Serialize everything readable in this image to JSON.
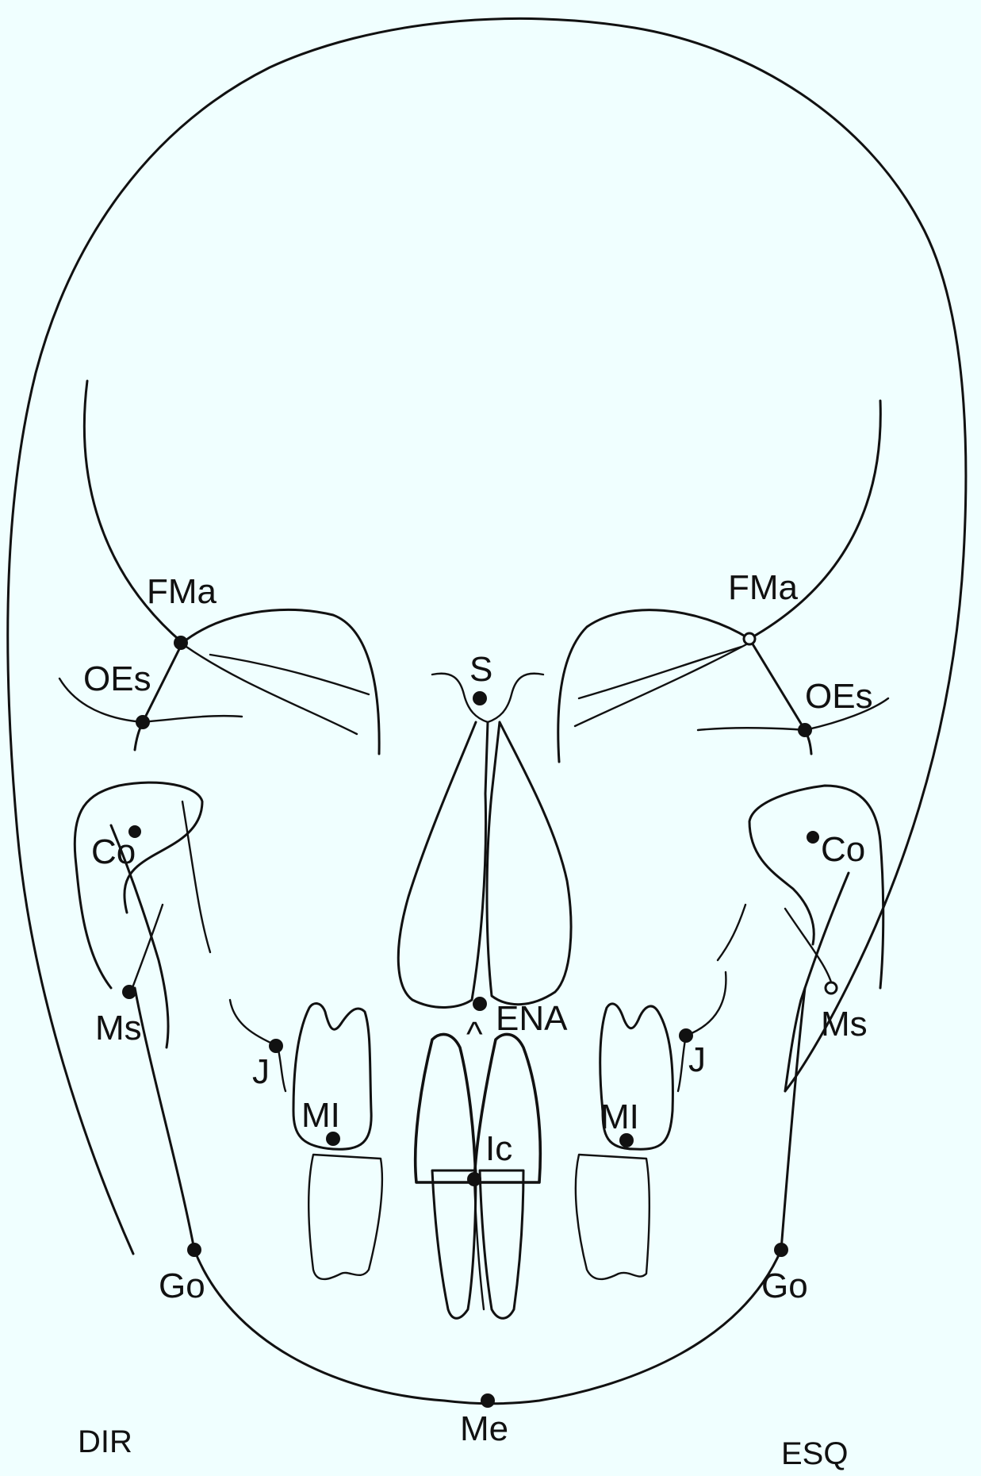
{
  "labels": {
    "fma_right": "FMa",
    "fma_left": "FMa",
    "oes_right": "OEs",
    "oes_left": "OEs",
    "s": "S",
    "co_right": "Co",
    "co_left": "Co",
    "ms_right": "Ms",
    "ms_left": "Ms",
    "ena": "ENA",
    "ena_caret": "^",
    "j_right": "J",
    "j_left": "J",
    "mi_right": "MI",
    "mi_left": "MI",
    "ic": "Ic",
    "go_right": "Go",
    "go_left": "Go",
    "me": "Me"
  },
  "corners": {
    "dir": "DIR",
    "esq": "ESQ"
  },
  "colors": {
    "background": "#f0ffff",
    "ink": "#111111"
  }
}
